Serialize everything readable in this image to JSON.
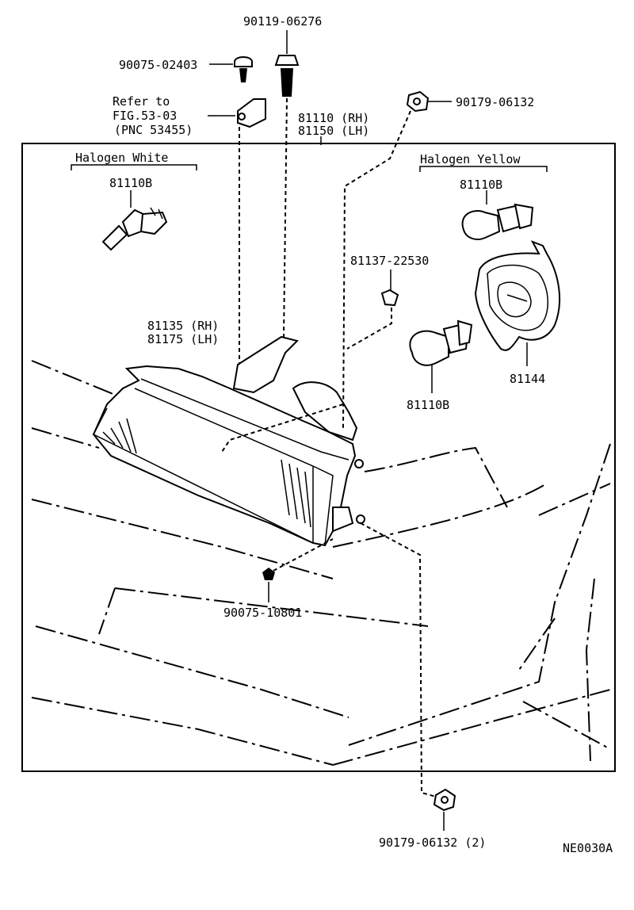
{
  "labels": {
    "bolt_top": "90119-06276",
    "screw_left": "90075-02403",
    "refer_line1": "Refer to",
    "refer_line2": "FIG.53-03",
    "refer_line3": "(PNC 53455)",
    "assy_rh": "81110 (RH)",
    "assy_lh": "81150 (LH)",
    "nut_top": "90179-06132",
    "halogen_white": "Halogen White",
    "halogen_yellow": "Halogen Yellow",
    "bulb_white": "81110B",
    "bulb_yellow_top": "81110B",
    "clip": "81137-22530",
    "housing_rh": "81135 (RH)",
    "housing_lh": "81175 (LH)",
    "bulb_yellow_mid": "81110B",
    "socket_cover": "81144",
    "nut_lower": "90075-10801",
    "nut_bottom": "90179-06132 (2)",
    "figure_code": "NE0030A"
  }
}
